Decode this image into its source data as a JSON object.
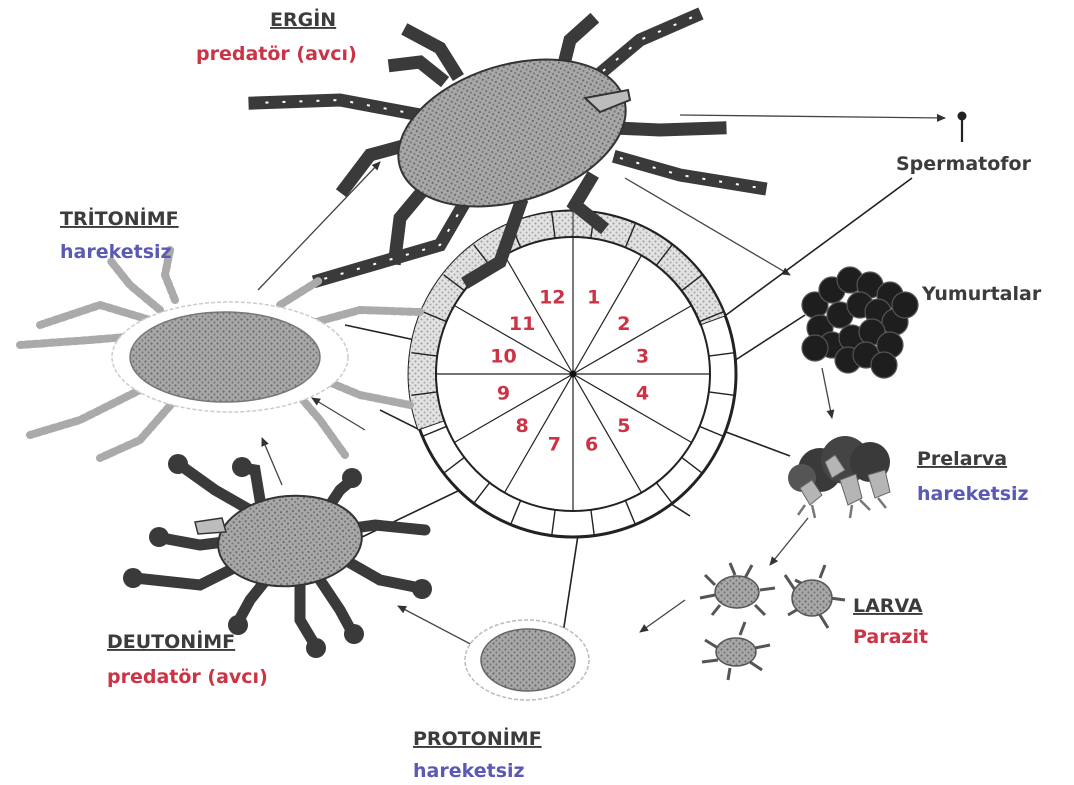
{
  "colors": {
    "stage_name": "#3c3c3c",
    "predator": "#cc3344",
    "immobile": "#5a5ab4",
    "parasite": "#cc3344",
    "numbers": "#cc3344",
    "body_fill": "#9a9a9a",
    "leg_fill": "#3a3a3a",
    "egg_fill": "#1e1e1e",
    "line": "#222222"
  },
  "stages": {
    "ergin": {
      "name": "ERGİN",
      "status": "predatör (avcı)"
    },
    "tritonimf": {
      "name": "TRİTONİMF",
      "status": "hareketsiz"
    },
    "deutonimf": {
      "name": "DEUTONİMF",
      "status": "predatör (avcı)"
    },
    "protonimf": {
      "name": "PROTONİMF",
      "status": "hareketsiz"
    },
    "larva": {
      "name": "LARVA",
      "status": "Parazit"
    },
    "prelarva": {
      "name": "Prelarva",
      "status": "hareketsiz"
    },
    "yumurtalar": {
      "name": "Yumurtalar"
    },
    "spermatofor": {
      "name": "Spermatofor"
    }
  },
  "clock_numbers": [
    "1",
    "2",
    "3",
    "4",
    "5",
    "6",
    "7",
    "8",
    "9",
    "10",
    "11",
    "12"
  ],
  "icons": [
    "adult-mite-icon",
    "tritonymph-icon",
    "deutonymph-icon",
    "protonymph-icon",
    "larva-icon",
    "prelarva-icon",
    "eggs-icon",
    "spermatophore-icon",
    "month-wheel-icon"
  ]
}
